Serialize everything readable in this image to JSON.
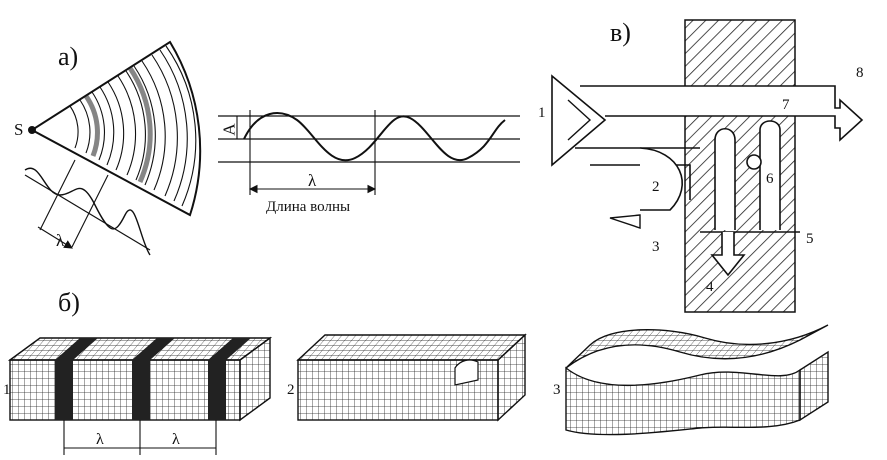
{
  "panels": {
    "a": {
      "label": "а)",
      "source_label": "S",
      "wavelength_symbol": "λ",
      "amplitude_label": "A",
      "wave_caption": "Длина волны"
    },
    "b": {
      "label": "б)",
      "block_labels": [
        "1",
        "2",
        "3"
      ],
      "lambda_marks": [
        "λ",
        "λ"
      ]
    },
    "v": {
      "label": "в)",
      "numbers": [
        "1",
        "2",
        "3",
        "4",
        "5",
        "6",
        "7",
        "8"
      ]
    }
  }
}
